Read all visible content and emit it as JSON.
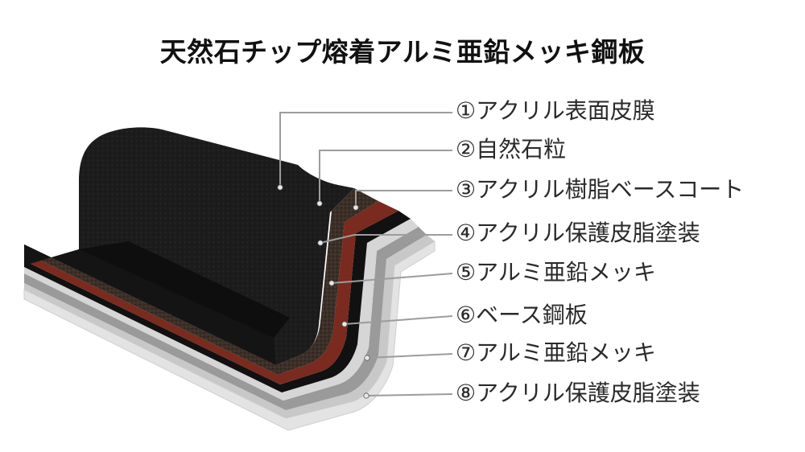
{
  "title": "天然石チップ熔着アルミ亜鉛メッキ鋼板",
  "layers": [
    {
      "label": "①アクリル表面皮膜"
    },
    {
      "label": "②自然石粒"
    },
    {
      "label": "③アクリル樹脂ベースコート"
    },
    {
      "label": "④アクリル保護皮脂塗装"
    },
    {
      "label": "⑤アルミ亜鉛メッキ"
    },
    {
      "label": "⑥ベース鋼板"
    },
    {
      "label": "⑦アルミ亜鉛メッキ"
    },
    {
      "label": "⑧アクリル保護皮脂塗装"
    }
  ],
  "colors": {
    "stone_top": "#1b1b1b",
    "stone_edge": "#3a2e26",
    "base_coat": "#7a2a1e",
    "protective_coat": "#111111",
    "galvalume": "#bdbdbd",
    "steel": "#9a9a9a",
    "leader_line": "#9c9c9c"
  }
}
